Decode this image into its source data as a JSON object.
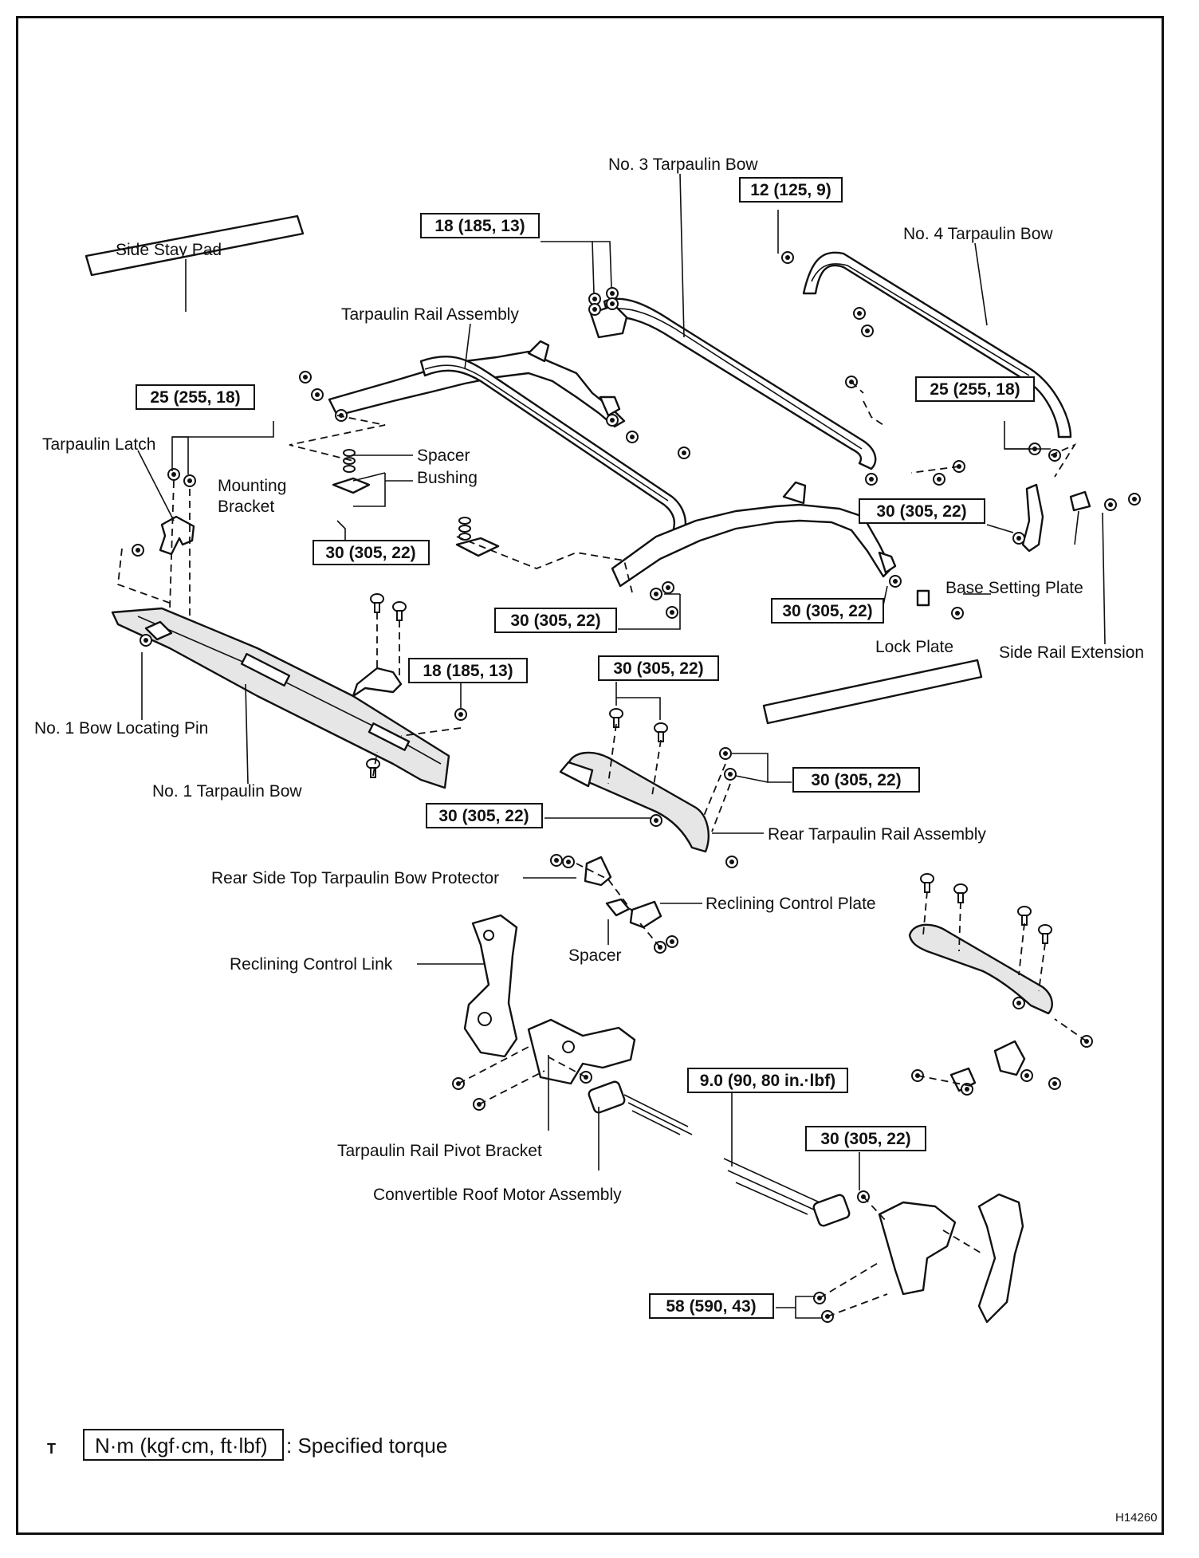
{
  "diagram": {
    "figure_id": "H14260",
    "legend": {
      "symbol": "T",
      "unit": "N·m (kgf·cm, ft·lbf)",
      "description": ": Specified torque"
    },
    "part_labels": {
      "no3_tarpaulin_bow": "No. 3 Tarpaulin Bow",
      "no4_tarpaulin_bow": "No. 4 Tarpaulin Bow",
      "side_stay_pad": "Side Stay Pad",
      "tarpaulin_rail_assembly": "Tarpaulin Rail Assembly",
      "tarpaulin_latch": "Tarpaulin Latch",
      "spacer_upper": "Spacer",
      "bushing": "Bushing",
      "mounting_bracket_line1": "Mounting",
      "mounting_bracket_line2": "Bracket",
      "base_setting_plate": "Base Setting Plate",
      "lock_plate": "Lock Plate",
      "side_rail_extension": "Side Rail Extension",
      "no1_bow_locating_pin": "No. 1 Bow Locating Pin",
      "no1_tarpaulin_bow": "No. 1 Tarpaulin Bow",
      "rear_tarpaulin_rail_assembly": "Rear Tarpaulin Rail Assembly",
      "rear_side_top_bow_protector": "Rear Side Top Tarpaulin Bow Protector",
      "reclining_control_plate": "Reclining Control Plate",
      "spacer_lower": "Spacer",
      "reclining_control_link": "Reclining Control Link",
      "tarpaulin_rail_pivot_bracket": "Tarpaulin Rail Pivot Bracket",
      "convertible_roof_motor_assembly": "Convertible Roof Motor Assembly"
    },
    "torque_specs": {
      "t_12_125_9": "12 (125, 9)",
      "t_18_185_13_top": "18 (185, 13)",
      "t_25_255_18_left": "25 (255, 18)",
      "t_25_255_18_right": "25 (255, 18)",
      "t_30_305_22_bracket": "30 (305, 22)",
      "t_30_305_22_right_upper": "30 (305, 22)",
      "t_30_305_22_center": "30 (305, 22)",
      "t_30_305_22_right_lower": "30 (305, 22)",
      "t_18_185_13_mid": "18 (185, 13)",
      "t_30_305_22_rear_top": "30 (305, 22)",
      "t_30_305_22_rear_right": "30 (305, 22)",
      "t_30_305_22_rear_left": "30 (305, 22)",
      "t_9_90_80": "9.0 (90, 80 in.·lbf)",
      "t_30_305_22_motor": "30 (305, 22)",
      "t_58_590_43": "58 (590, 43)"
    }
  }
}
